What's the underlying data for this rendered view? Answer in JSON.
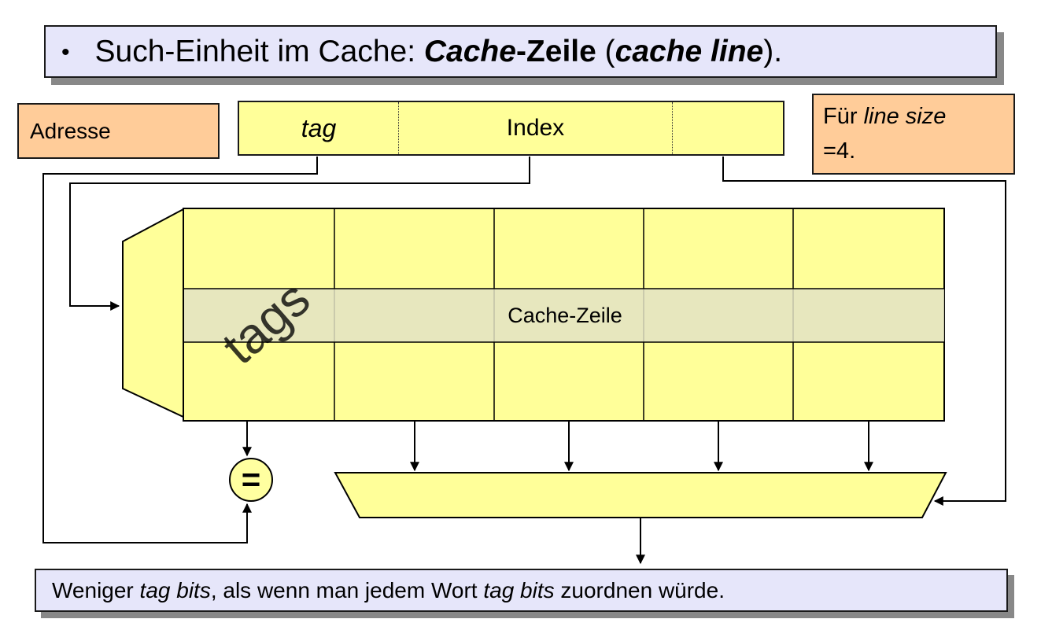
{
  "slide": {
    "title": {
      "bullet": "•",
      "segments": [
        {
          "text": "Such-Einheit im Cache: ",
          "style": "normal"
        },
        {
          "text": "Cache",
          "style": "bold-italic"
        },
        {
          "text": "-Zeile",
          "style": "bold"
        },
        {
          "text": " (",
          "style": "normal"
        },
        {
          "text": "cache line",
          "style": "bold-italic"
        },
        {
          "text": ").",
          "style": "normal"
        }
      ]
    },
    "address": {
      "label": "Adresse",
      "fields": [
        {
          "label": "tag",
          "italic": true
        },
        {
          "label": "Index",
          "italic": false
        },
        {
          "label": "",
          "italic": false
        }
      ]
    },
    "line_size_note": {
      "line1_normal": "Für ",
      "line1_italic": "line size",
      "line2": "=4."
    },
    "cache": {
      "tags_label": "tags",
      "cache_line_label": "Cache-Zeile",
      "comparator_label": "=",
      "columns": 5,
      "rows": 3,
      "line_size": 4
    },
    "footer": {
      "segments": [
        {
          "text": "Weniger ",
          "style": "normal"
        },
        {
          "text": "tag bits",
          "style": "italic"
        },
        {
          "text": ", als wenn man jedem Wort ",
          "style": "normal"
        },
        {
          "text": "tag bits",
          "style": "italic"
        },
        {
          "text": " zuordnen würde.",
          "style": "normal"
        }
      ]
    },
    "colors": {
      "slide_bg": "#FFFFFF",
      "banner_bg": "#E6E6FA",
      "banner_shadow": "#888888",
      "box_orange": "#FFCC99",
      "cell_yellow": "#FFFF99",
      "highlight_beige": "#E3E3C4",
      "line_black": "#000000"
    }
  }
}
